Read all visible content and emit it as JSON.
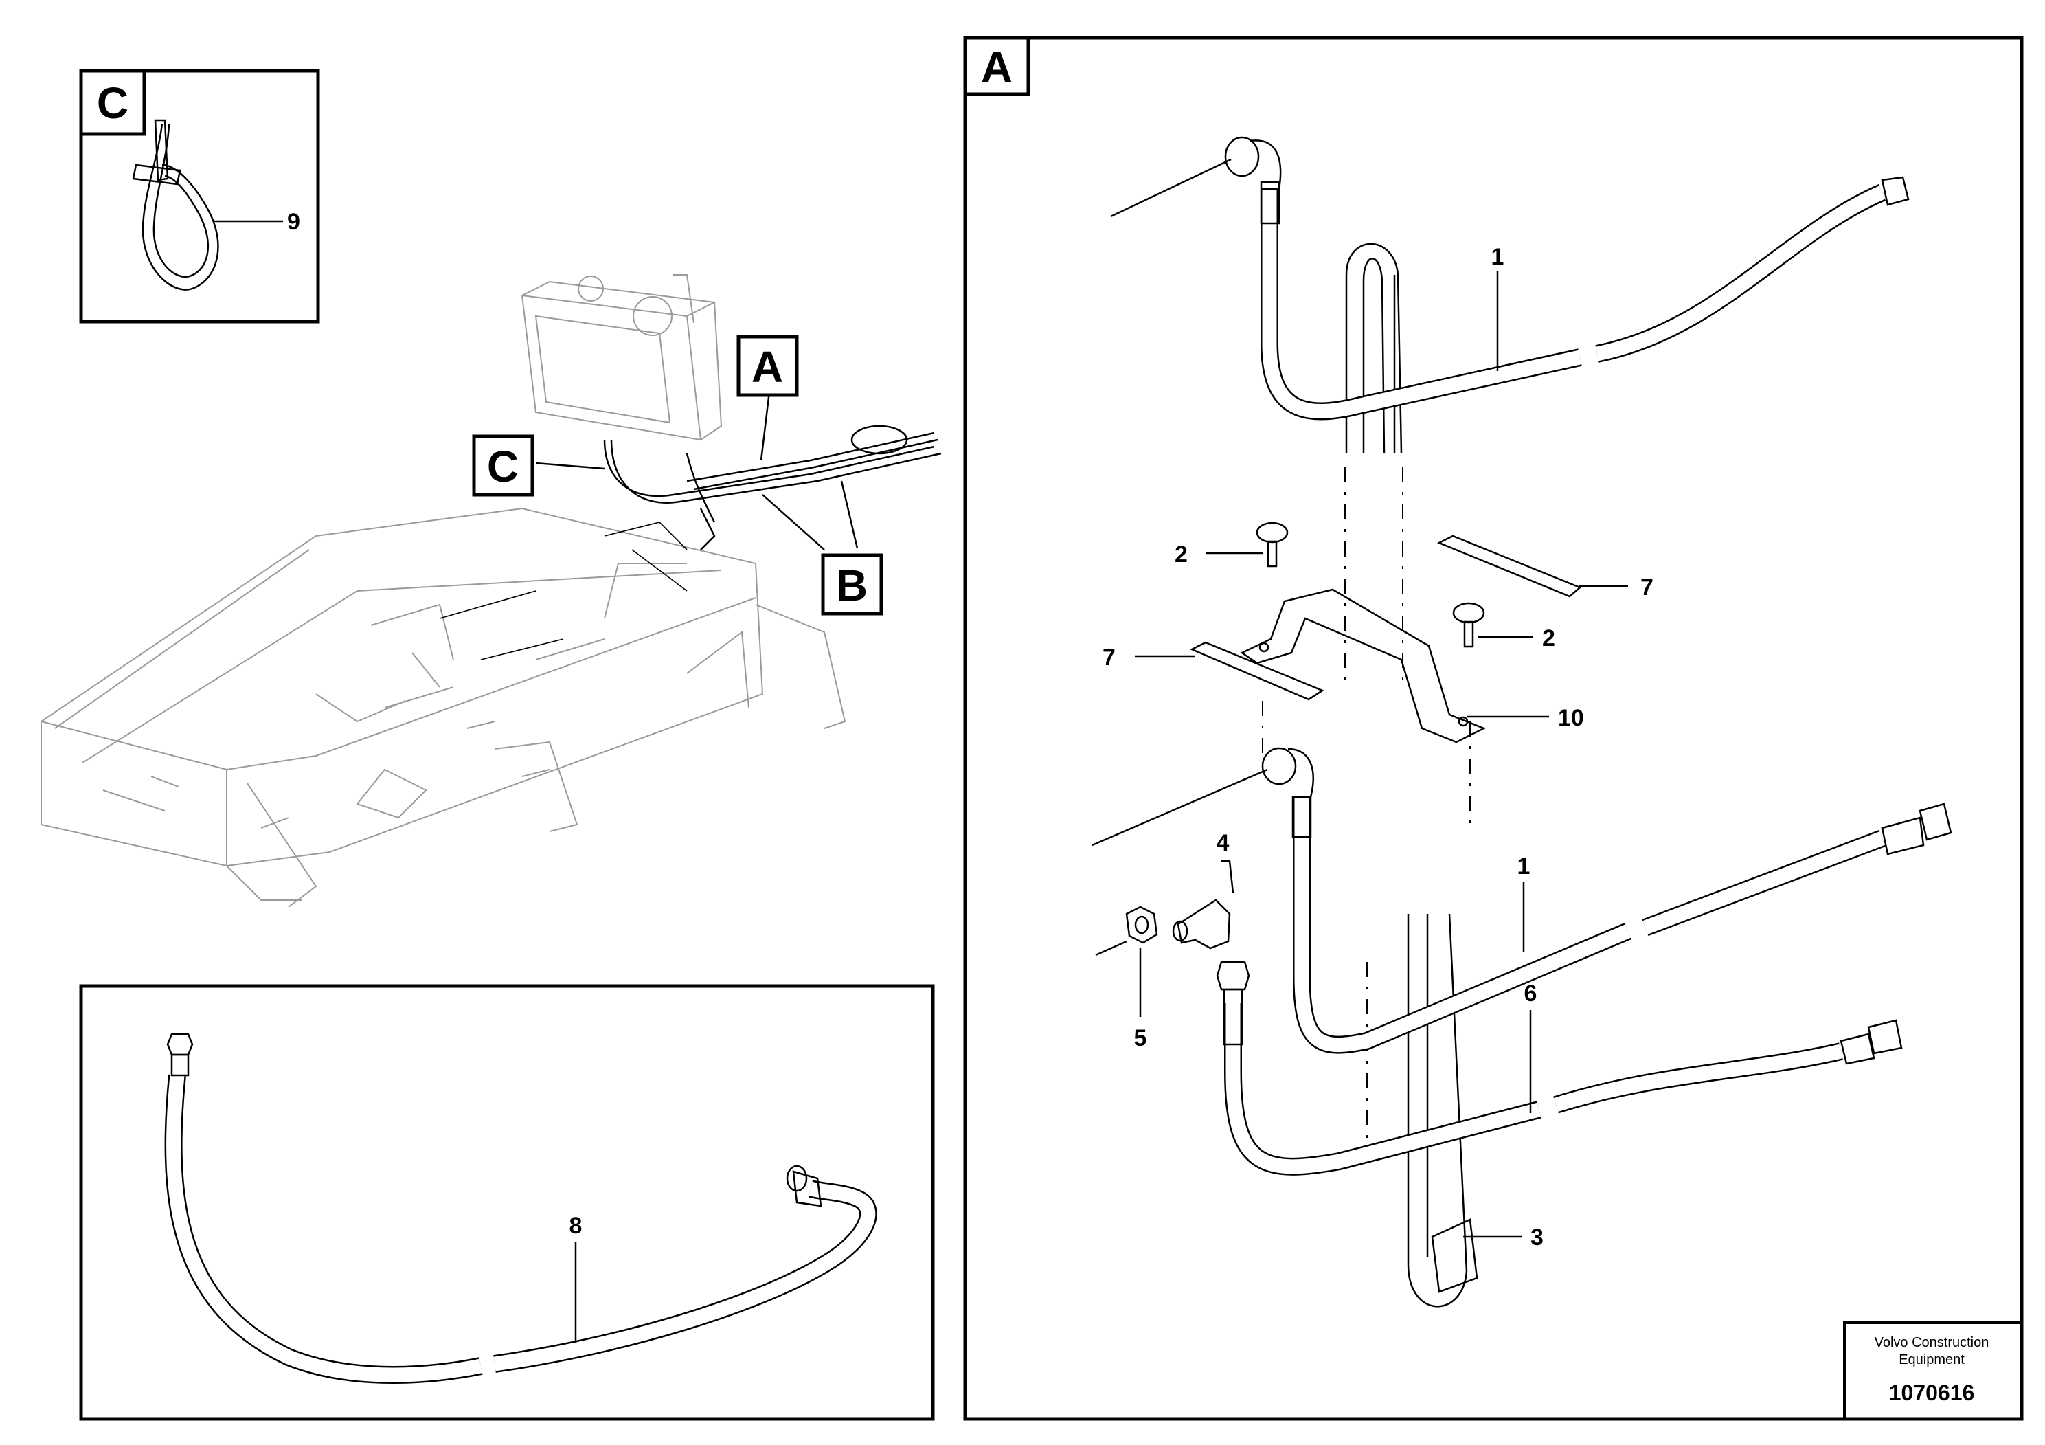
{
  "panels": {
    "detail_c": {
      "letter": "C"
    },
    "detail_a": {
      "letter": "A"
    },
    "overview": {
      "label_a": "A",
      "label_b": "B",
      "label_c": "C"
    }
  },
  "callouts": {
    "c_9": "9",
    "a_1_top": "1",
    "a_2_left": "2",
    "a_7_right": "7",
    "a_2_right": "2",
    "a_7_left": "7",
    "a_10": "10",
    "a_4": "4",
    "a_1_lower": "1",
    "a_5": "5",
    "a_6": "6",
    "a_3": "3",
    "b_8": "8"
  },
  "stamp": {
    "company_line1": "Volvo Construction",
    "company_line2": "Equipment",
    "number": "1070616"
  }
}
